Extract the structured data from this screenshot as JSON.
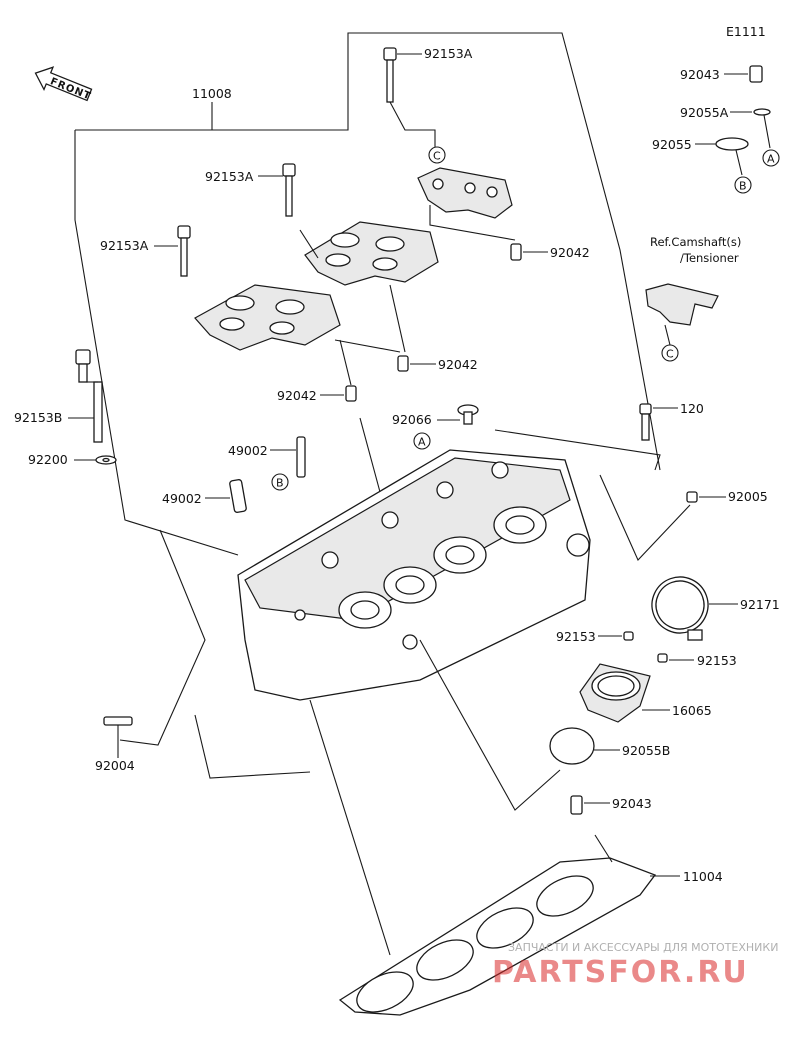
{
  "diagram_code": "E1111",
  "front_label": "FRONT",
  "reference_note": [
    "Ref.Camshaft(s)",
    "/Tensioner"
  ],
  "callout_letters": [
    "A",
    "B",
    "C"
  ],
  "part_labels": {
    "p11008": "11008",
    "p92153A_top": "92153A",
    "p92153A_mid": "92153A",
    "p92153A_left": "92153A",
    "p92042_a": "92042",
    "p92042_b": "92042",
    "p92042_c": "92042",
    "p92153B": "92153B",
    "p92200": "92200",
    "p49002_a": "49002",
    "p49002_b": "49002",
    "p92066": "92066",
    "p92043_top": "92043",
    "p92055A": "92055A",
    "p92055": "92055",
    "p120": "120",
    "p92005": "92005",
    "p92171": "92171",
    "p92153_a": "92153",
    "p92153_b": "92153",
    "p16065": "16065",
    "p92055B": "92055B",
    "p92043_bottom": "92043",
    "p92004": "92004",
    "p11004": "11004"
  },
  "watermark": {
    "tagline": "ЗАПЧАСТИ И АКСЕССУАРЫ ДЛЯ МОТОТЕХНИКИ",
    "brand": "PARTSFOR.RU"
  }
}
